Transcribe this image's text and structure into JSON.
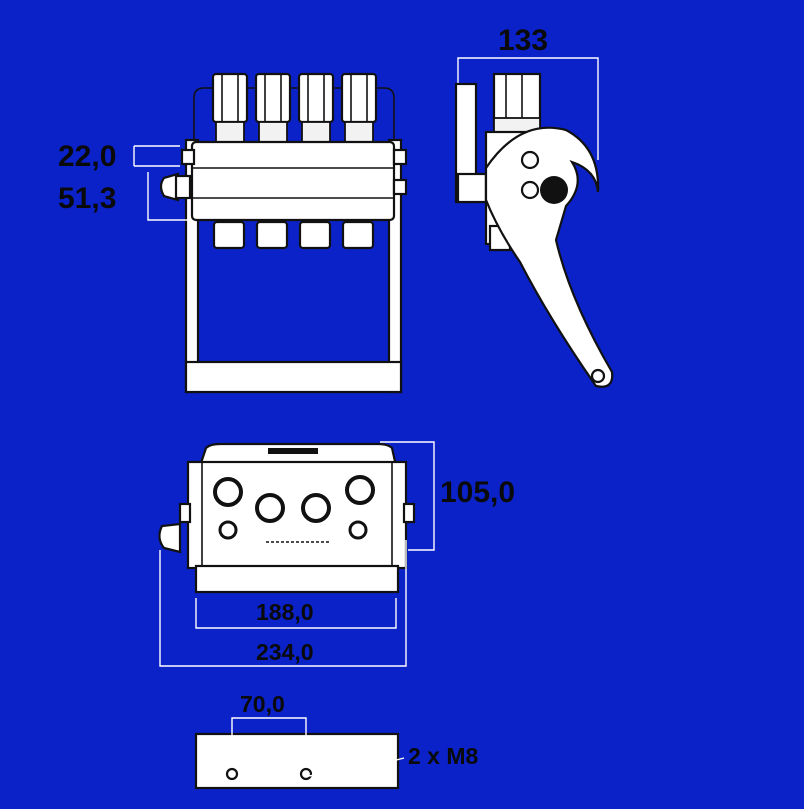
{
  "colors": {
    "background": "#0b22c8",
    "part_fill": "#ffffff",
    "outline": "#111111",
    "dimension_line": "#ffffff"
  },
  "dimensions": {
    "height_top": "22,0",
    "height_lower": "51,3",
    "side_width": "133",
    "front_height": "105,0",
    "inner_width": "188,0",
    "outer_width": "234,0",
    "hole_spacing": "70,0",
    "thread": "2 x M8"
  }
}
